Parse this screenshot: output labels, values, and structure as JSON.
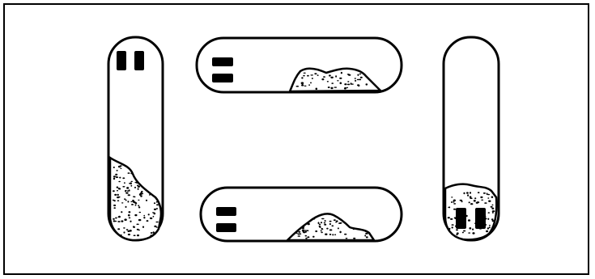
{
  "figure": {
    "background": "#ffffff",
    "ink": "#000000",
    "fill": "#ffffff",
    "containers": [
      {
        "id": "container-vertical-left",
        "orientation": "vertical",
        "blocks": 2,
        "blocks_position": "top",
        "sediment_position": "bottom-left"
      },
      {
        "id": "container-horizontal-top",
        "orientation": "horizontal",
        "blocks": 2,
        "blocks_position": "left",
        "sediment_position": "bottom-right"
      },
      {
        "id": "container-vertical-right",
        "orientation": "vertical",
        "blocks": 2,
        "blocks_position": "bottom",
        "sediment_position": "bottom"
      },
      {
        "id": "container-horizontal-bottom",
        "orientation": "horizontal",
        "blocks": 2,
        "blocks_position": "left",
        "sediment_position": "bottom-center"
      }
    ]
  }
}
